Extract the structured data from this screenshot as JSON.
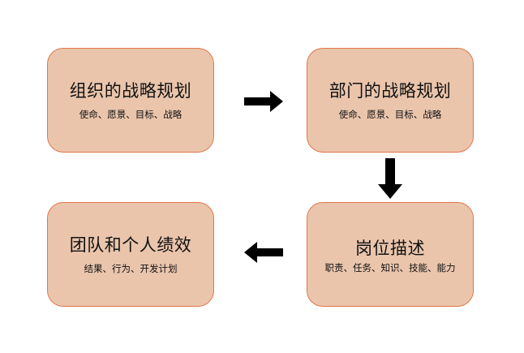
{
  "nodes": [
    {
      "id": "org-strategy",
      "title": "组织的战略规划",
      "subtitle": "使命、愿景、目标、战略"
    },
    {
      "id": "dept-strategy",
      "title": "部门的战略规划",
      "subtitle": "使命、愿景、目标、战略"
    },
    {
      "id": "job-description",
      "title": "岗位描述",
      "subtitle": "职责、任务、知识、技能、能力"
    },
    {
      "id": "team-performance",
      "title": "团队和个人绩效",
      "subtitle": "结果、行为、开发计划"
    }
  ],
  "edges": [
    {
      "from": "org-strategy",
      "to": "dept-strategy",
      "direction": "right"
    },
    {
      "from": "dept-strategy",
      "to": "job-description",
      "direction": "down"
    },
    {
      "from": "job-description",
      "to": "team-performance",
      "direction": "left"
    }
  ],
  "colors": {
    "box_fill": "#eac5ac",
    "box_border": "#e0764a",
    "arrow": "#000000",
    "text": "#111111"
  }
}
